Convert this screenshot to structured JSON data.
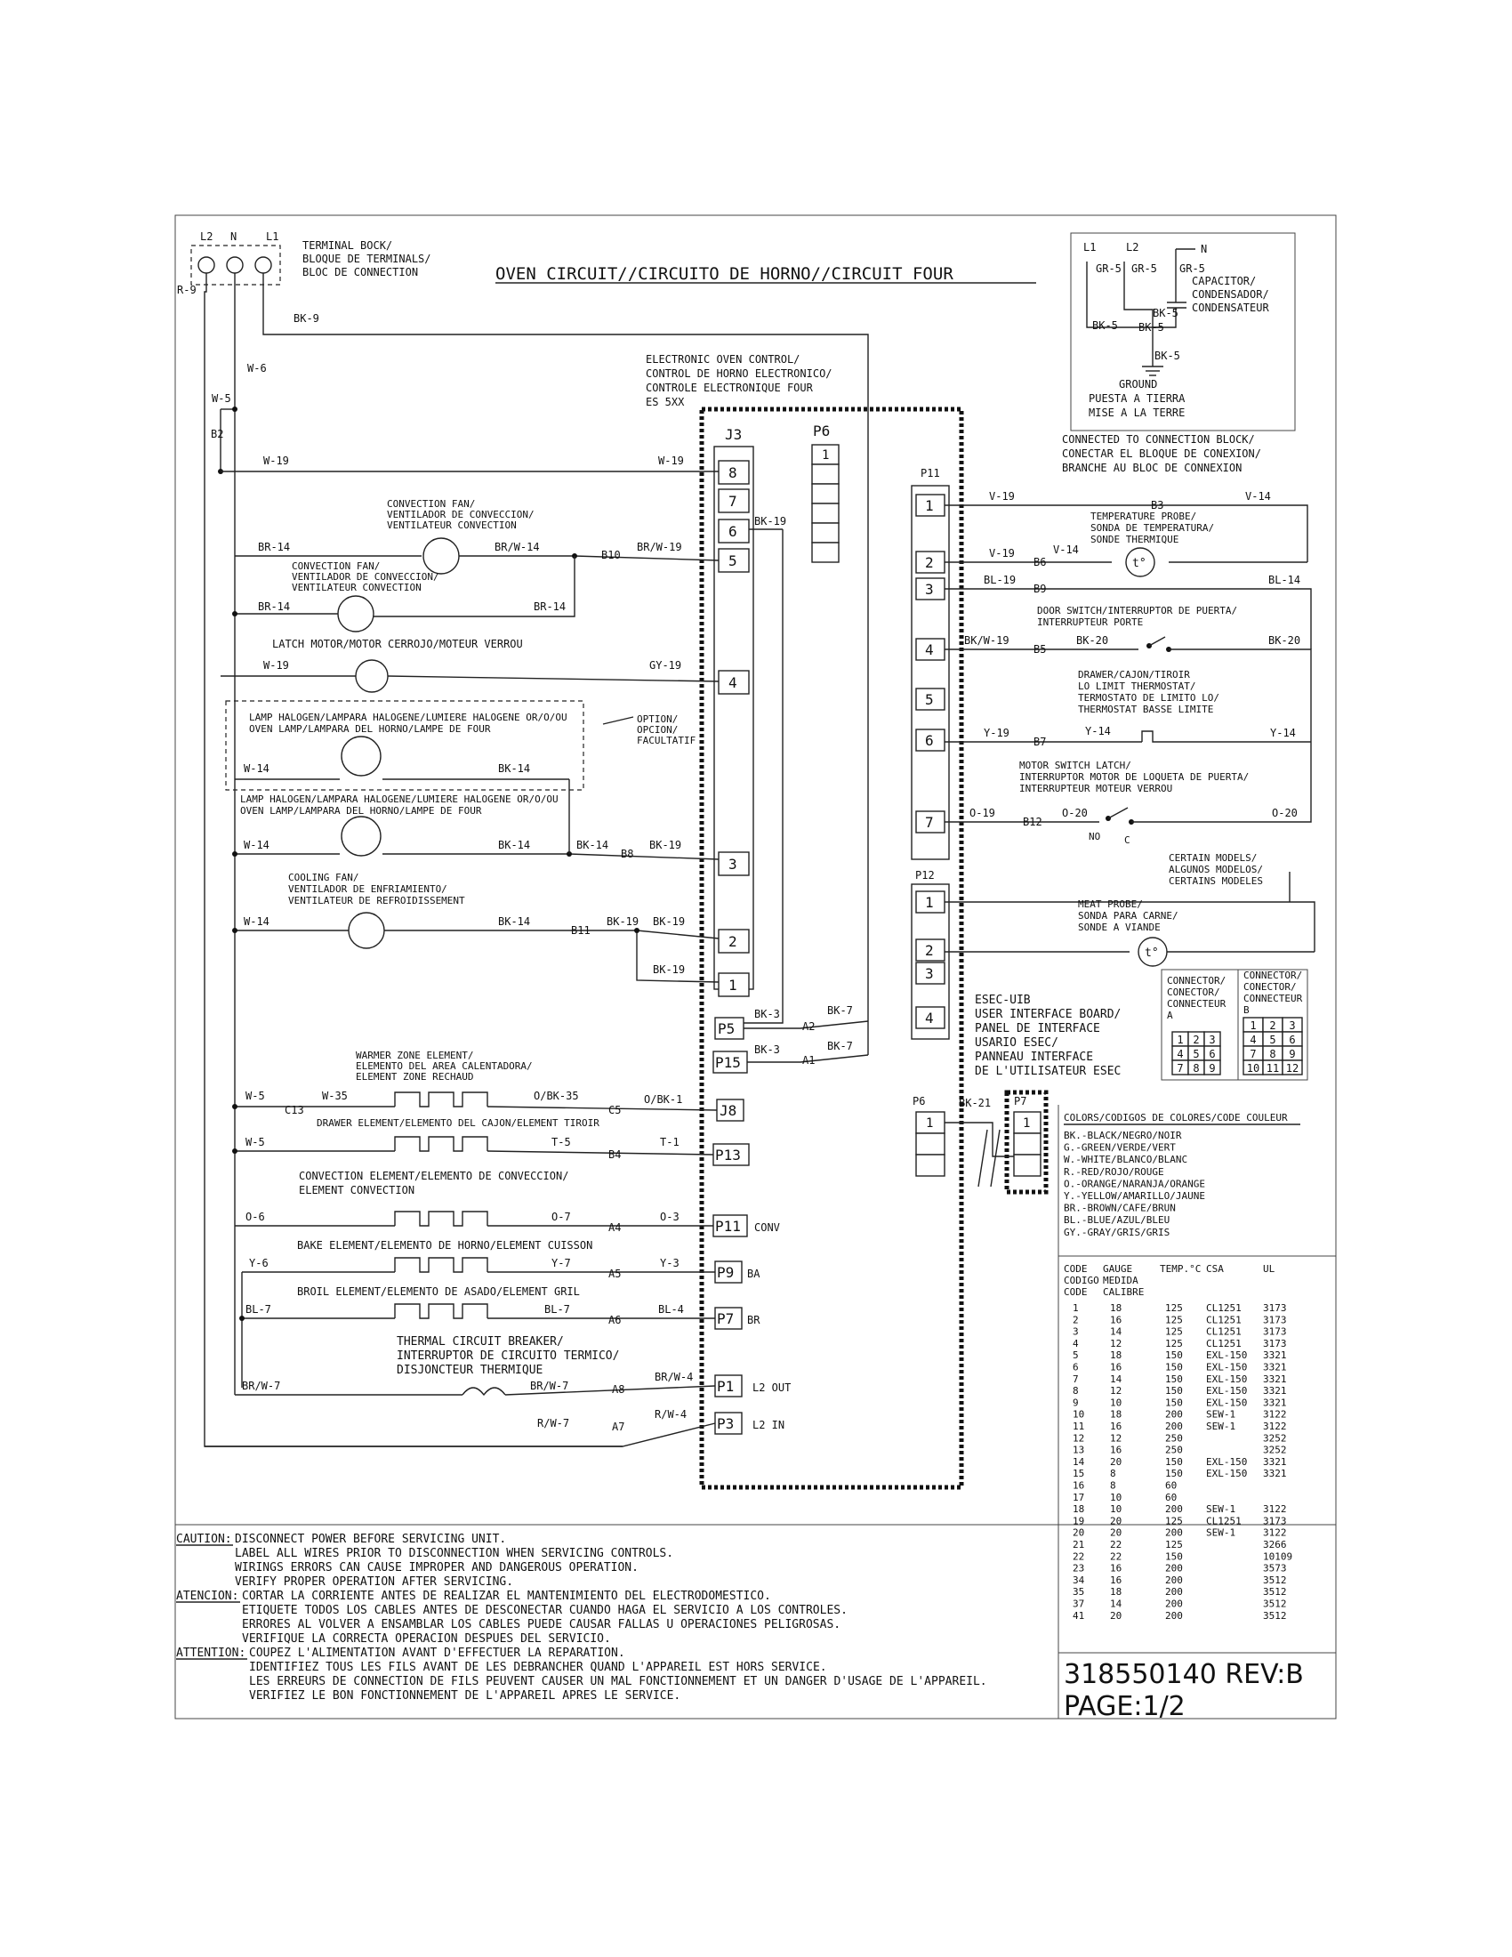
{
  "title": "OVEN CIRCUIT//CIRCUITO DE HORNO//CIRCUIT FOUR",
  "terminal_block": {
    "labels": [
      "L2",
      "N",
      "L1"
    ],
    "name": [
      "TERMINAL BOCK/",
      "BLOQUE DE TERMINALS/",
      "BLOC DE CONNECTION"
    ]
  },
  "control": {
    "name": [
      "ELECTRONIC OVEN CONTROL/",
      "CONTROL DE HORNO ELECTRONICO/",
      "CONTROLE ELECTRONIQUE FOUR",
      "ES 5XX"
    ],
    "j3_title": "J3",
    "j3_pins": [
      "8",
      "7",
      "6",
      "5",
      "4",
      "3",
      "2",
      "1"
    ],
    "p6_title": "P6",
    "p6_pin": "1",
    "p11_title": "P11",
    "p11_pins": [
      "1",
      "2",
      "3",
      "4",
      "5",
      "6",
      "7"
    ],
    "p12_title": "P12",
    "p12_pins": [
      "1",
      "2",
      "3",
      "4"
    ],
    "plugs": [
      "P5",
      "P15",
      "J8",
      "P13",
      "P11",
      "P9",
      "P7",
      "P1",
      "P3"
    ],
    "plug_tags": [
      "CONV",
      "BA",
      "BR",
      "L2 OUT",
      "L2 IN"
    ],
    "p6b_title": "P6",
    "p6b_pin": "1",
    "p7_title": "P7",
    "p7_pin": "1"
  },
  "components": {
    "conv_fan_1": [
      "CONVECTION FAN/",
      "VENTILADOR DE CONVECCION/",
      "VENTILATEUR CONVECTION"
    ],
    "conv_fan_2": [
      "CONVECTION FAN/",
      "VENTILADOR DE CONVECCION/",
      "VENTILATEUR CONVECTION"
    ],
    "latch_motor": "LATCH MOTOR/MOTOR CERROJO/MOTEUR VERROU",
    "lamp_1": [
      "LAMP HALOGEN/LAMPARA HALOGENE/LUMIERE HALOGENE OR/O/OU",
      "OVEN LAMP/LAMPARA DEL HORNO/LAMPE DE FOUR"
    ],
    "option": [
      "OPTION/",
      "OPCION/",
      "FACULTATIF"
    ],
    "lamp_2": [
      "LAMP HALOGEN/LAMPARA HALOGENE/LUMIERE HALOGENE OR/O/OU",
      "OVEN LAMP/LAMPARA DEL HORNO/LAMPE DE FOUR"
    ],
    "cooling_fan": [
      "COOLING FAN/",
      "VENTILADOR DE ENFRIAMIENTO/",
      "VENTILATEUR DE REFROIDISSEMENT"
    ],
    "warmer": [
      "WARMER ZONE ELEMENT/",
      "ELEMENTO DEL AREA CALENTADORA/",
      "ELEMENT ZONE RECHAUD"
    ],
    "drawer_el": "DRAWER ELEMENT/ELEMENTO DEL CAJON/ELEMENT TIROIR",
    "conv_el": [
      "CONVECTION ELEMENT/ELEMENTO DE CONVECCION/",
      "ELEMENT CONVECTION"
    ],
    "bake_el": "BAKE ELEMENT/ELEMENTO DE HORNO/ELEMENT CUISSON",
    "broil_el": "BROIL ELEMENT/ELEMENTO DE ASADO/ELEMENT GRIL",
    "tcb": [
      "THERMAL CIRCUIT BREAKER/",
      "INTERRUPTOR DE CIRCUITO TERMICO/",
      "DISJONCTEUR THERMIQUE"
    ],
    "temp_probe": [
      "TEMPERATURE PROBE/",
      "SONDA DE TEMPERATURA/",
      "SONDE THERMIQUE"
    ],
    "door_switch": [
      "DOOR SWITCH/INTERRUPTOR DE PUERTA/",
      "INTERRUPTEUR PORTE"
    ],
    "thermostat": [
      "DRAWER/CAJON/TIROIR",
      "LO LIMIT THERMOSTAT/",
      "TERMOSTATO DE LIMITO LO/",
      "THERMOSTAT BASSE LIMITE"
    ],
    "latch_switch": [
      "MOTOR SWITCH LATCH/",
      "INTERRUPTOR MOTOR DE LOQUETA DE PUERTA/",
      "INTERRUPTEUR MOTEUR VERROU"
    ],
    "no_c": [
      "NO",
      "C"
    ],
    "certain": [
      "CERTAIN MODELS/",
      "ALGUNOS MODELOS/",
      "CERTAINS MODELES"
    ],
    "meat_probe": [
      "MEAT PROBE/",
      "SONDA PARA CARNE/",
      "SONDE A VIANDE"
    ],
    "esec": [
      "ESEC-UIB",
      "USER INTERFACE BOARD/",
      "PANEL DE INTERFACE",
      "USARIO ESEC/",
      "PANNEAU INTERFACE",
      "DE L'UTILISATEUR ESEC"
    ],
    "probe_symbol": "t°"
  },
  "wires": {
    "R9": "R-9",
    "BK9": "BK-9",
    "W6": "W-6",
    "W5a": "W-5",
    "B2": "B2",
    "W19a": "W-19",
    "W19b": "W-19",
    "BK19": "BK-19",
    "BR14a": "BR-14",
    "BRW14a": "BR/W-14",
    "B10": "B10",
    "BRW19": "BR/W-19",
    "BR14b": "BR-14",
    "BR14c": "BR-14",
    "W19c": "W-19",
    "GY19": "GY-19",
    "W14a": "W-14",
    "BK14a": "BK-14",
    "W14b": "W-14",
    "BK14b": "BK-14",
    "BK14c": "BK-14",
    "B8": "B8",
    "BK19b": "BK-19",
    "W14c": "W-14",
    "BK14d": "BK-14",
    "B11": "B11",
    "BK19c": "BK-19",
    "BK19d": "BK-19",
    "BK19e": "BK-19",
    "BK3a": "BK-3",
    "A2": "A2",
    "BK7a": "BK-7",
    "BK3b": "BK-3",
    "A1": "A1",
    "BK7b": "BK-7",
    "W5b": "W-5",
    "C13": "C13",
    "W35": "W-35",
    "OBK35": "O/BK-35",
    "C5": "C5",
    "OBK1": "O/BK-1",
    "W5c": "W-5",
    "T5": "T-5",
    "B4": "B4",
    "T1": "T-1",
    "O6": "O-6",
    "O7": "O-7",
    "A4": "A4",
    "O3": "O-3",
    "Y6": "Y-6",
    "Y7": "Y-7",
    "A5": "A5",
    "Y3": "Y-3",
    "BL7a": "BL-7",
    "BL7b": "BL-7",
    "A6": "A6",
    "BL4": "BL-4",
    "BRW7a": "BR/W-7",
    "BRW7b": "BR/W-7",
    "A8": "A8",
    "BRW4a": "BR/W-4",
    "RW7": "R/W-7",
    "A7": "A7",
    "RW4": "R/W-4",
    "V19a": "V-19",
    "B3": "B3",
    "V14a": "V-14",
    "V19b": "V-19",
    "B6": "B6",
    "V14b": "V-14",
    "BL19": "BL-19",
    "B9": "B9",
    "BL14": "BL-14",
    "BKW19": "BK/W-19",
    "B5": "B5",
    "BK20a": "BK-20",
    "BK20b": "BK-20",
    "Y19": "Y-19",
    "B7": "B7",
    "Y14a": "Y-14",
    "Y14b": "Y-14",
    "O19": "O-19",
    "B12": "B12",
    "O20a": "O-20",
    "O20b": "O-20",
    "BK21": "BK-21"
  },
  "ground_inset": {
    "labels": [
      "L1",
      "L2",
      "N"
    ],
    "wires": [
      "GR-5",
      "GR-5",
      "GR-5",
      "BK-5",
      "BK-5",
      "BK-5",
      "BK-5"
    ],
    "capacitor": [
      "CAPACITOR/",
      "CONDENSADOR/",
      "CONDENSATEUR"
    ],
    "ground": [
      "GROUND",
      "PUESTA A TIERRA",
      "MISE A LA TERRE"
    ],
    "connected": [
      "CONNECTED TO CONNECTION BLOCK/",
      "CONECTAR EL BLOQUE DE CONEXION/",
      "BRANCHE AU BLOC DE CONNEXION"
    ]
  },
  "connector_key": {
    "a_title": [
      "CONNECTOR/",
      "CONECTOR/",
      "CONNECTEUR",
      "A"
    ],
    "b_title": [
      "CONNECTOR/",
      "CONECTOR/",
      "CONNECTEUR",
      "B"
    ],
    "a_grid": [
      [
        "",
        "",
        ""
      ],
      [
        "1",
        "2",
        "3"
      ],
      [
        "4",
        "5",
        "6"
      ],
      [
        "7",
        "8",
        "9"
      ]
    ],
    "b_grid": [
      [
        "1",
        "2",
        "3"
      ],
      [
        "4",
        "5",
        "6"
      ],
      [
        "7",
        "8",
        "9"
      ],
      [
        "10",
        "11",
        "12"
      ]
    ]
  },
  "color_codes": {
    "title": "COLORS/CODIGOS DE COLORES/CODE COULEUR",
    "rows": [
      "BK.-BLACK/NEGRO/NOIR",
      "G.-GREEN/VERDE/VERT",
      "W.-WHITE/BLANCO/BLANC",
      "R.-RED/ROJO/ROUGE",
      "O.-ORANGE/NARANJA/ORANGE",
      "Y.-YELLOW/AMARILLO/JAUNE",
      "BR.-BROWN/CAFE/BRUN",
      "BL.-BLUE/AZUL/BLEU",
      "GY.-GRAY/GRIS/GRIS"
    ]
  },
  "gauge_table": {
    "header": [
      [
        "CODE",
        "GAUGE",
        "TEMP.°C",
        "CSA",
        "UL"
      ],
      [
        "CODIGO",
        "MEDIDA",
        "",
        "",
        ""
      ],
      [
        "CODE",
        "CALIBRE",
        "",
        "",
        ""
      ]
    ],
    "rows": [
      [
        "1",
        "18",
        "125",
        "CL1251",
        "3173"
      ],
      [
        "2",
        "16",
        "125",
        "CL1251",
        "3173"
      ],
      [
        "3",
        "14",
        "125",
        "CL1251",
        "3173"
      ],
      [
        "4",
        "12",
        "125",
        "CL1251",
        "3173"
      ],
      [
        "5",
        "18",
        "150",
        "EXL-150",
        "3321"
      ],
      [
        "6",
        "16",
        "150",
        "EXL-150",
        "3321"
      ],
      [
        "7",
        "14",
        "150",
        "EXL-150",
        "3321"
      ],
      [
        "8",
        "12",
        "150",
        "EXL-150",
        "3321"
      ],
      [
        "9",
        "10",
        "150",
        "EXL-150",
        "3321"
      ],
      [
        "10",
        "18",
        "200",
        "SEW-1",
        "3122"
      ],
      [
        "11",
        "16",
        "200",
        "SEW-1",
        "3122"
      ],
      [
        "12",
        "12",
        "250",
        "",
        "3252"
      ],
      [
        "13",
        "16",
        "250",
        "",
        "3252"
      ],
      [
        "14",
        "20",
        "150",
        "EXL-150",
        "3321"
      ],
      [
        "15",
        "8",
        "150",
        "EXL-150",
        "3321"
      ],
      [
        "16",
        "8",
        "60",
        "",
        ""
      ],
      [
        "17",
        "10",
        "60",
        "",
        ""
      ],
      [
        "18",
        "10",
        "200",
        "SEW-1",
        "3122"
      ],
      [
        "19",
        "20",
        "125",
        "CL1251",
        "3173"
      ],
      [
        "20",
        "20",
        "200",
        "SEW-1",
        "3122"
      ],
      [
        "21",
        "22",
        "125",
        "",
        "3266"
      ],
      [
        "22",
        "22",
        "150",
        "",
        "10109"
      ],
      [
        "23",
        "16",
        "200",
        "",
        "3573"
      ],
      [
        "34",
        "16",
        "200",
        "",
        "3512"
      ],
      [
        "35",
        "18",
        "200",
        "",
        "3512"
      ],
      [
        "37",
        "14",
        "200",
        "",
        "3512"
      ],
      [
        "41",
        "20",
        "200",
        "",
        "3512"
      ]
    ]
  },
  "caution": {
    "en_label": "CAUTION:",
    "en": [
      "DISCONNECT POWER BEFORE SERVICING UNIT.",
      "LABEL ALL WIRES PRIOR TO DISCONNECTION WHEN SERVICING CONTROLS.",
      "WIRINGS ERRORS CAN CAUSE IMPROPER AND DANGEROUS OPERATION.",
      "VERIFY PROPER OPERATION AFTER SERVICING."
    ],
    "es_label": "ATENCION:",
    "es": [
      "CORTAR LA CORRIENTE ANTES DE REALIZAR EL MANTENIMIENTO DEL ELECTRODOMESTICO.",
      "ETIQUETE TODOS LOS CABLES ANTES DE DESCONECTAR CUANDO HAGA EL SERVICIO A LOS CONTROLES.",
      "ERRORES AL VOLVER A ENSAMBLAR LOS CABLES PUEDE CAUSAR FALLAS U OPERACIONES PELIGROSAS.",
      "VERIFIQUE LA CORRECTA OPERACION DESPUES DEL SERVICIO."
    ],
    "fr_label": "ATTENTION:",
    "fr": [
      "COUPEZ L'ALIMENTATION AVANT D'EFFECTUER LA REPARATION.",
      "IDENTIFIEZ TOUS LES FILS AVANT DE LES DEBRANCHER QUAND L'APPAREIL EST HORS SERVICE.",
      "LES ERREURS DE CONNECTION DE FILS PEUVENT CAUSER UN MAL FONCTIONNEMENT ET UN DANGER D'USAGE DE L'APPAREIL.",
      "VERIFIEZ LE BON FONCTIONNEMENT DE L'APPAREIL APRES LE SERVICE."
    ]
  },
  "part_number": "318550140 REV:B",
  "page": "PAGE:1/2"
}
